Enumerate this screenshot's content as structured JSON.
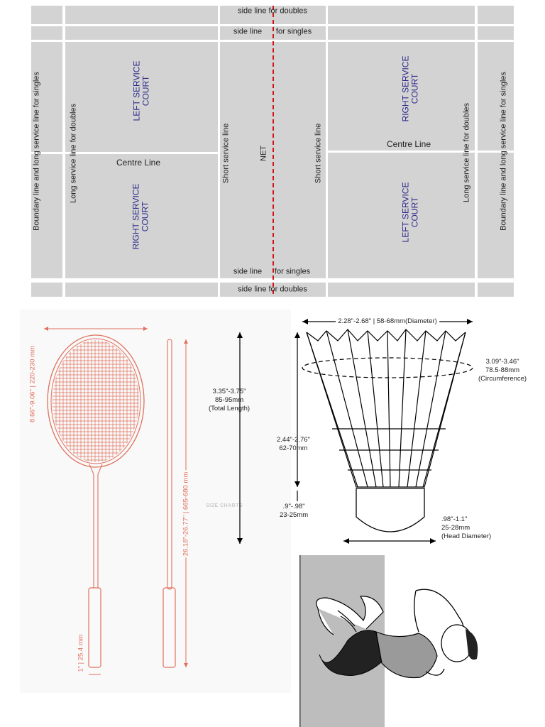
{
  "court": {
    "side_line_doubles_top": "side line for doubles",
    "side_line_singles_top_a": "side line",
    "side_line_singles_top_b": "for singles",
    "side_line_singles_bottom_a": "side line",
    "side_line_singles_bottom_b": "for singles",
    "side_line_doubles_bottom": "side line for doubles",
    "boundary_left": "Boundary line and long service line for singles",
    "boundary_right": "Boundary line and long service line for singles",
    "long_service_left": "Long service line for doubles",
    "long_service_right": "Long service line for doubles",
    "short_service_left": "Short service line",
    "short_service_right": "Short service line",
    "net": "NET",
    "centre_line_left": "Centre Line",
    "centre_line_right": "Centre Line",
    "left_service_court_1": "LEFT SERVICE",
    "left_service_court_2": "COURT",
    "right_service_court_1": "RIGHT SERVICE",
    "right_service_court_2": "COURT",
    "right_service_court_r1": "RIGHT SERVICE",
    "right_service_court_r2": "COURT",
    "left_service_court_r1": "LEFT SERVICE",
    "left_service_court_r2": "COURT"
  },
  "racket": {
    "head_width": "8.66\"-9.06\" | 220-230 mm",
    "total_length": "26.18\"-26.77\" | 665-680 mm",
    "grip_width": "1\" | 25.4 mm",
    "watermark": "SIZE CHARTS"
  },
  "shuttle": {
    "diameter": "2.28\"-2.68\" | 58-68mm(Diameter)",
    "total_length": "3.35\"-3.75\"\n85-95mm\n(Total Length)",
    "circumference": "3.09\"-3.46\"\n78.5-88mm\n(Circumference)",
    "feather_length": "2.44\"-2.76\"\n62-70mm",
    "base_height": ".9\"-.98\"\n23-25mm",
    "head_diameter": ".98\"-1.1\"\n25-28mm\n(Head Diameter)"
  },
  "colors": {
    "court_fill": "#d3d3d3",
    "court_line": "#ffffff",
    "net_line": "#d0141c",
    "racket_line": "#e0705c",
    "court_text_blue": "#2b2b8c"
  }
}
